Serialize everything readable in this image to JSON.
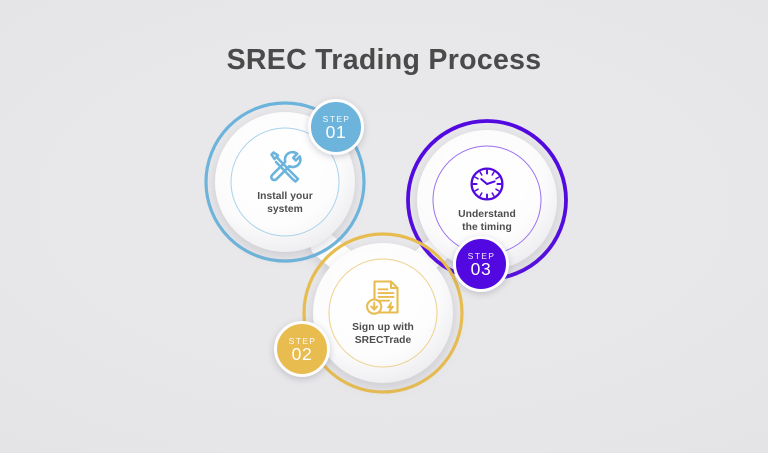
{
  "page": {
    "title": "SREC Trading Process",
    "background_color": "#e8e9eb",
    "title_color": "#4a4a4a"
  },
  "steps": [
    {
      "id": "step-01",
      "badge_word": "STEP",
      "badge_number": "01",
      "label": "Install your\nsystem",
      "icon": "tools-screwdriver-wrench-icon",
      "color": "#6cb4dc",
      "ring_color": "#6cb4dc",
      "inner_border_color": "#a8d2ea"
    },
    {
      "id": "step-02",
      "badge_word": "STEP",
      "badge_number": "02",
      "label": "Sign up with\nSRECTrade",
      "icon": "document-download-energy-icon",
      "color": "#e8bc4e",
      "ring_color": "#e8bc4e",
      "inner_border_color": "#edd08a"
    },
    {
      "id": "step-03",
      "badge_word": "STEP",
      "badge_number": "03",
      "label": "Understand\nthe timing",
      "icon": "clock-icon",
      "color": "#5208e0",
      "ring_color": "#5208e0",
      "inner_border_color": "#9a6ef0"
    }
  ]
}
